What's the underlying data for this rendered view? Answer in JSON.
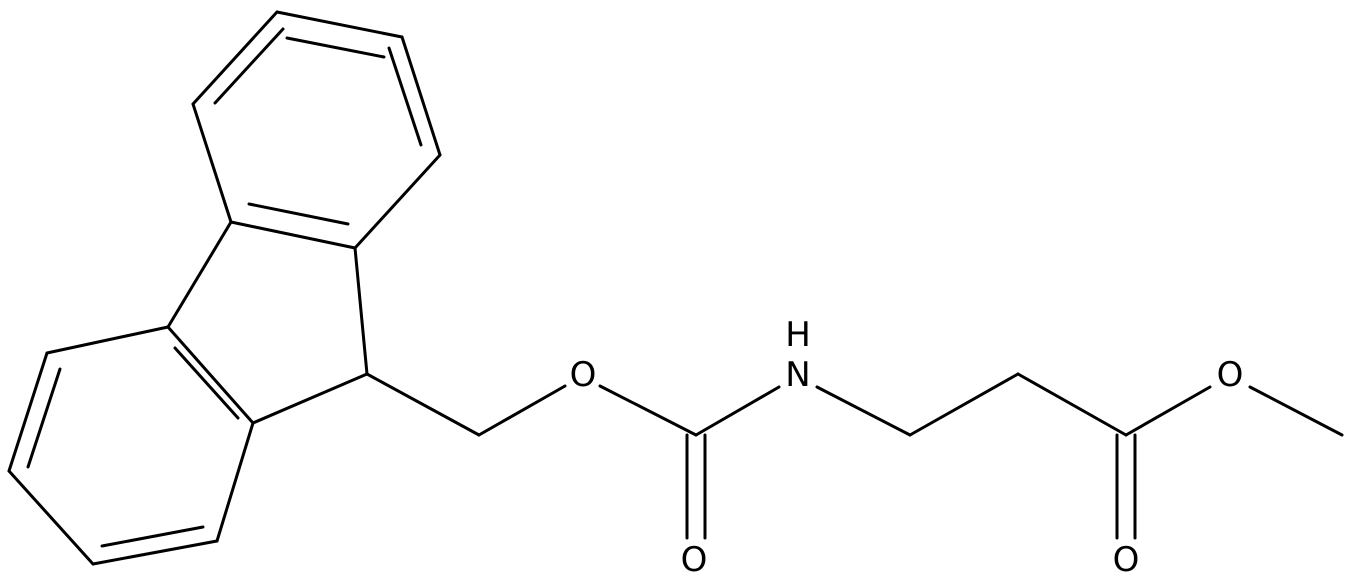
{
  "structure": {
    "atoms": {
      "O_ether": "O",
      "N_amide": "N",
      "H_amide": "H",
      "O_carbonyl": "O",
      "O_ester": "O",
      "O_ester_carbonyl": "O"
    }
  }
}
